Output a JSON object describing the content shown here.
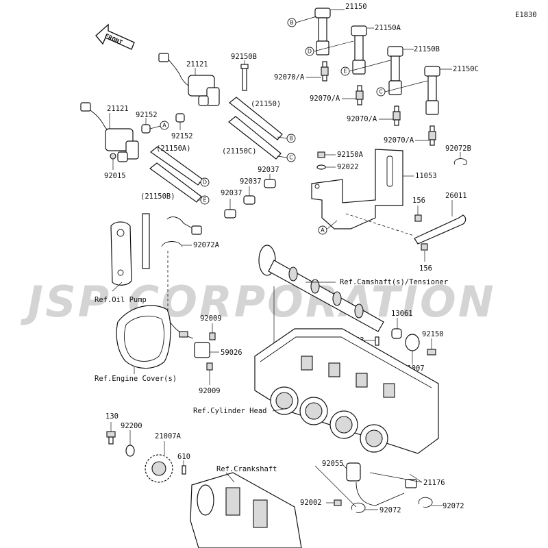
{
  "diagram": {
    "code": "E1830",
    "front_label": "FRONT",
    "watermark": "JSP CORPORATION",
    "part_labels": {
      "p21150": "21150",
      "p21150A": "21150A",
      "p21150B": "21150B",
      "p21150C": "21150C",
      "p92070_1": "92070/A",
      "p92070_2": "92070/A",
      "p92070_3": "92070/A",
      "p92070_4": "92070/A",
      "p92150B": "92150B",
      "p21121_top": "21121",
      "p21121_left": "21121",
      "p21150_paren": "(21150)",
      "p92152_1": "92152",
      "p92152_2": "92152",
      "p21150C_paren": "(21150C)",
      "p21150A_paren": "(21150A)",
      "p92015": "92015",
      "p21150B_paren": "(21150B)",
      "p92037_1": "92037",
      "p92037_2": "92037",
      "p92037_3": "92037",
      "p92150A": "92150A",
      "p92022": "92022",
      "p11053": "11053",
      "p92072B": "92072B",
      "p156_1": "156",
      "p26011": "26011",
      "p156_2": "156",
      "p92072A": "92072A",
      "ref_oil_pump": "Ref.Oil Pump",
      "ref_camshaft": "Ref.Camshaft(s)/Tensioner",
      "p92009_1": "92009",
      "p13061": "13061",
      "p92043": "92043",
      "p92150": "92150",
      "p59026": "59026",
      "p21007": "21007",
      "ref_engine_cover": "Ref.Engine Cover(s)",
      "p92009_2": "92009",
      "ref_cylinder_head": "Ref.Cylinder Head",
      "p130": "130",
      "p92200": "92200",
      "p21007A": "21007A",
      "p610": "610",
      "ref_crankshaft": "Ref.Crankshaft",
      "p92055": "92055",
      "p21176": "21176",
      "p92002": "92002",
      "p92072_1": "92072",
      "p92072_2": "92072"
    },
    "callouts": {
      "A": "A",
      "B": "B",
      "C": "C",
      "D": "D",
      "E": "E"
    }
  }
}
